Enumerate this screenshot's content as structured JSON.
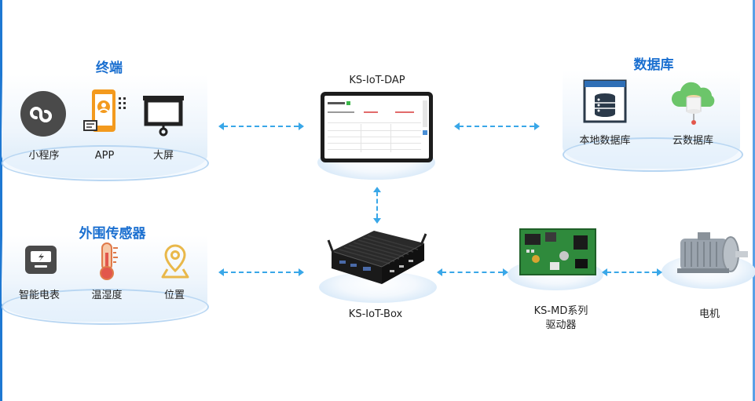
{
  "titles": {
    "terminal": "终端",
    "sensors": "外围传感器",
    "database": "数据库"
  },
  "terminal_items": [
    {
      "label": "小程序",
      "icon": "mini-program-icon"
    },
    {
      "label": "APP",
      "icon": "mobile-app-icon"
    },
    {
      "label": "大屏",
      "icon": "big-screen-icon"
    }
  ],
  "sensor_items": [
    {
      "label": "智能电表",
      "icon": "smart-meter-icon"
    },
    {
      "label": "温湿度",
      "icon": "thermometer-icon"
    },
    {
      "label": "位置",
      "icon": "location-pin-icon"
    }
  ],
  "database_items": [
    {
      "label": "本地数据库",
      "icon": "local-database-icon"
    },
    {
      "label": "云数据库",
      "icon": "cloud-database-icon"
    }
  ],
  "nodes": {
    "dap": "KS-IoT-DAP",
    "box": "KS-IoT-Box",
    "driver_line1": "KS-MD系列",
    "driver_line2": "驱动器",
    "motor": "电机"
  },
  "colors": {
    "title_blue": "#1a6fd0",
    "link_blue": "#39a7e8",
    "icon_orange": "#f39a1e",
    "icon_gray": "#4a4a4a",
    "board_green": "#2f8a3c"
  }
}
